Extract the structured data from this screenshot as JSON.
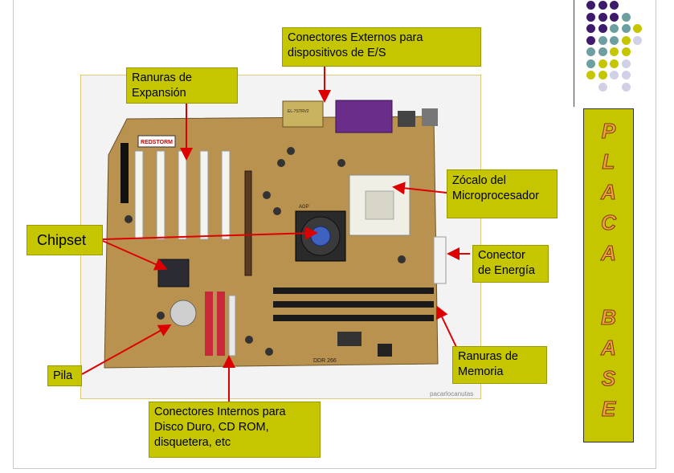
{
  "labels": {
    "externos": [
      "Conectores Externos para",
      "dispositivos de E/S"
    ],
    "ranuras_exp": [
      "Ranuras de",
      "Expansión"
    ],
    "zocalo": [
      "Zócalo del",
      "Microprocesador"
    ],
    "chipset": [
      "Chipset"
    ],
    "energia": [
      "Conector",
      "de Energía"
    ],
    "memoria": [
      "Ranuras de",
      "Memoria"
    ],
    "pila": [
      "Pila"
    ],
    "internos": [
      "Conectores Internos para",
      "Disco Duro, CD ROM,",
      "disquetera, etc"
    ]
  },
  "board": {
    "brand": "REDSTORM",
    "cpu_fan_text": "AGP",
    "ddr_text": "DDR 266",
    "watermark": "pacarlocanutas",
    "chip_code": "EL-7STRV2"
  },
  "title_letters": [
    "P",
    "L",
    "A",
    "C",
    "A",
    "B",
    "A",
    "S",
    "E"
  ],
  "colors": {
    "label_bg": "#c6c600",
    "arrow": "#dd0000",
    "dot_purple": "#3d1a6b",
    "dot_teal": "#6e9fa0",
    "dot_olive": "#c6c600",
    "dot_lavender": "#d2d0e6"
  }
}
